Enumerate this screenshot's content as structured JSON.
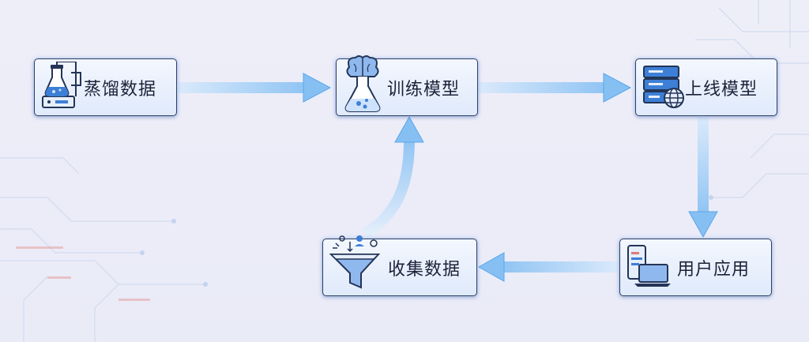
{
  "diagram": {
    "nodes": {
      "distill": {
        "label": "蒸馏数据",
        "icon": "distillation-flask-icon"
      },
      "train": {
        "label": "训练模型",
        "icon": "brain-flask-icon"
      },
      "deploy": {
        "label": "上线模型",
        "icon": "server-globe-icon"
      },
      "apply": {
        "label": "用户应用",
        "icon": "phone-laptop-icon"
      },
      "collect": {
        "label": "收集数据",
        "icon": "funnel-icon"
      }
    },
    "edges": [
      {
        "from": "distill",
        "to": "train"
      },
      {
        "from": "train",
        "to": "deploy"
      },
      {
        "from": "deploy",
        "to": "apply"
      },
      {
        "from": "apply",
        "to": "collect"
      },
      {
        "from": "collect",
        "to": "train"
      }
    ],
    "colors": {
      "arrow": "#8cc4f5",
      "border": "#2b3f66",
      "icon": "#3d7fd6"
    }
  }
}
